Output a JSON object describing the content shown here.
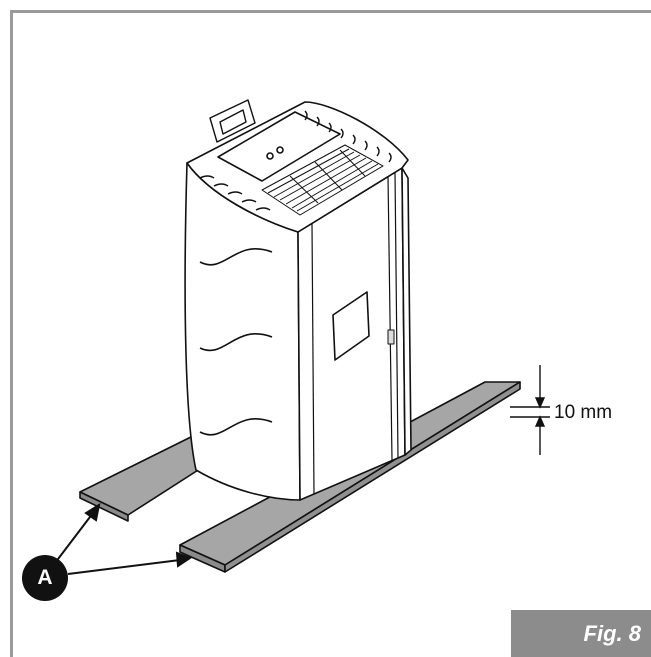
{
  "figure": {
    "label": "Fig. 8",
    "dimension": "10 mm",
    "callout": "A"
  },
  "colors": {
    "frame": "#9a9a9a",
    "plate": "#a6a6a6",
    "label_bg": "#8c8c8c",
    "ink": "#111111"
  }
}
